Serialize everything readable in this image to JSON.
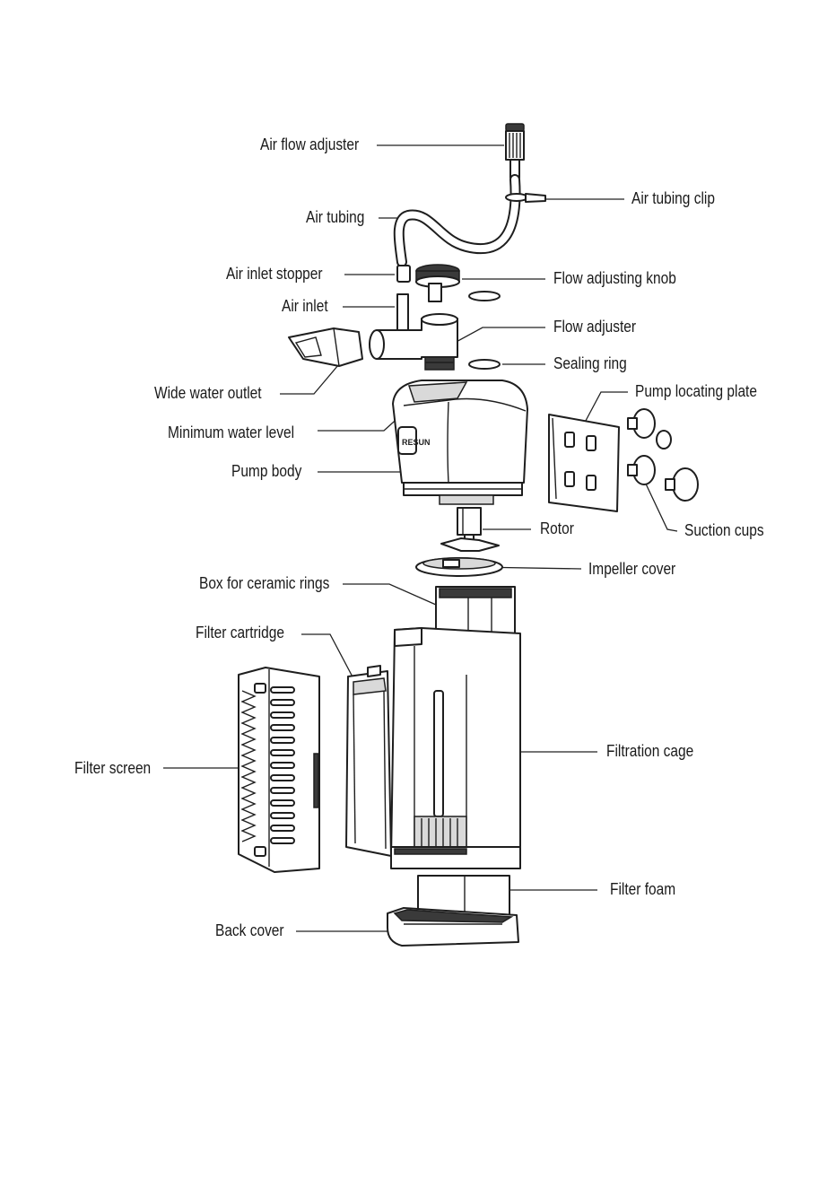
{
  "labels": {
    "air_flow_adjuster": "Air flow adjuster",
    "air_tubing_clip": "Air tubing clip",
    "air_tubing": "Air tubing",
    "air_inlet_stopper": "Air inlet stopper",
    "flow_adjusting_knob": "Flow adjusting knob",
    "air_inlet": "Air inlet",
    "flow_adjuster": "Flow adjuster",
    "sealing_ring": "Sealing ring",
    "wide_water_outlet": "Wide water outlet",
    "pump_locating_plate": "Pump locating plate",
    "minimum_water_level": "Minimum water level",
    "pump_body": "Pump body",
    "suction_cups": "Suction cups",
    "rotor": "Rotor",
    "impeller_cover": "Impeller cover",
    "box_for_ceramic_rings": "Box for ceramic rings",
    "filter_cartridge": "Filter cartridge",
    "filter_screen": "Filter screen",
    "filtration_cage": "Filtration cage",
    "filter_foam": "Filter foam",
    "back_cover": "Back cover"
  },
  "brand_mark": "RESUN"
}
